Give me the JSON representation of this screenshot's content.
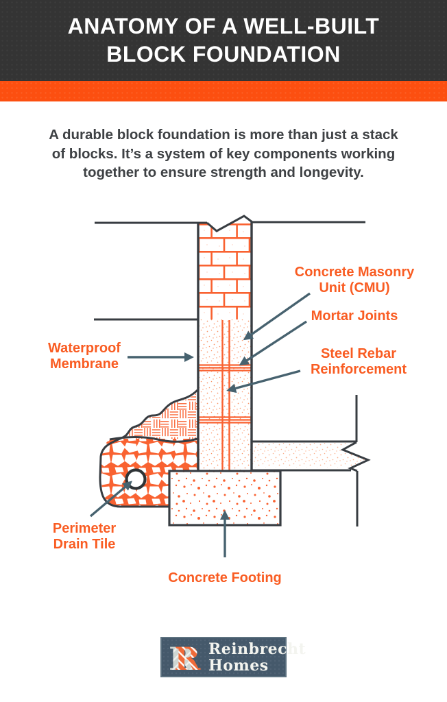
{
  "header": {
    "title_lines": [
      "ANATOMY OF A WELL-BUILT",
      "BLOCK FOUNDATION"
    ]
  },
  "intro": {
    "lines": [
      "A durable block foundation is more than just a stack",
      "of blocks. It’s a system of key components working",
      "together to ensure strength and longevity."
    ]
  },
  "diagram": {
    "labels": {
      "cmu": {
        "lines": [
          "Concrete Masonry",
          "Unit (CMU)"
        ]
      },
      "mortar": {
        "lines": [
          "Mortar Joints"
        ]
      },
      "rebar": {
        "lines": [
          "Steel Rebar",
          "Reinforcement"
        ]
      },
      "membrane": {
        "lines": [
          "Waterproof",
          "Membrane"
        ]
      },
      "drain": {
        "lines": [
          "Perimeter",
          "Drain Tile"
        ]
      },
      "footing": {
        "lines": [
          "Concrete Footing"
        ]
      }
    }
  },
  "footer": {
    "logo_letter": "R",
    "brand_lines": [
      "Reinbrecht",
      "Homes"
    ]
  },
  "colors": {
    "banner_dark": "#343434",
    "banner_orange": "#fc4f10",
    "label_orange": "#f95c22",
    "diagram_orange": "#f96231",
    "structure_dark": "#383d42",
    "arrow_slate": "#47626f",
    "logo_background": "#45596b"
  }
}
